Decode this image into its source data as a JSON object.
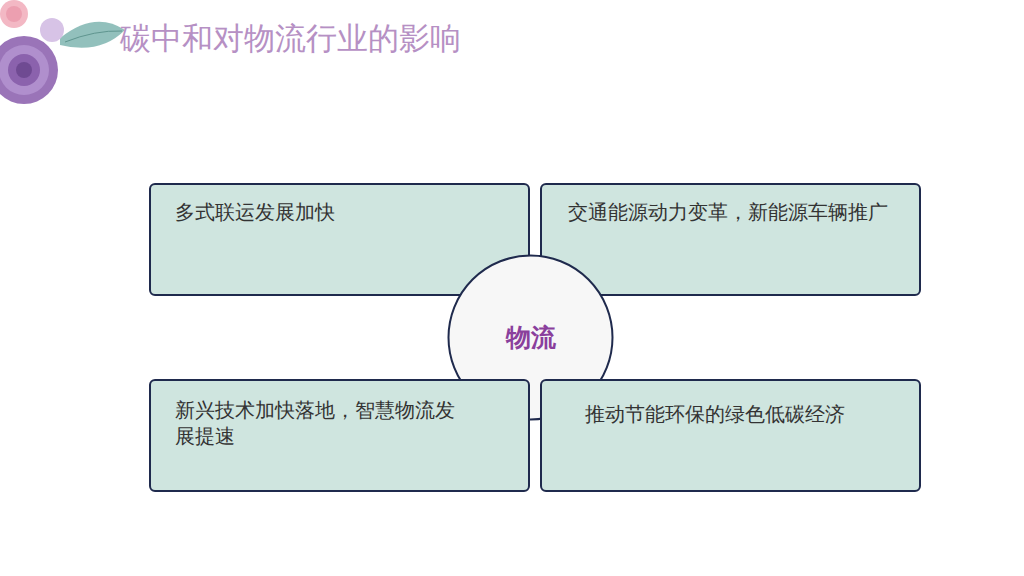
{
  "diagram": {
    "title": "碳中和对物流行业的影响",
    "nodes": [
      {
        "text": [
          "多式联运发展加快"
        ]
      },
      {
        "text": [
          "交通能源动力变革，新能源车辆推广"
        ]
      },
      {
        "text": [
          "物流"
        ]
      },
      {
        "text": [
          "新兴技术加快落地，智慧物流发展提速"
        ]
      },
      {
        "text": [
          "推动节能环保的绿色低碳经济"
        ]
      }
    ]
  }
}
